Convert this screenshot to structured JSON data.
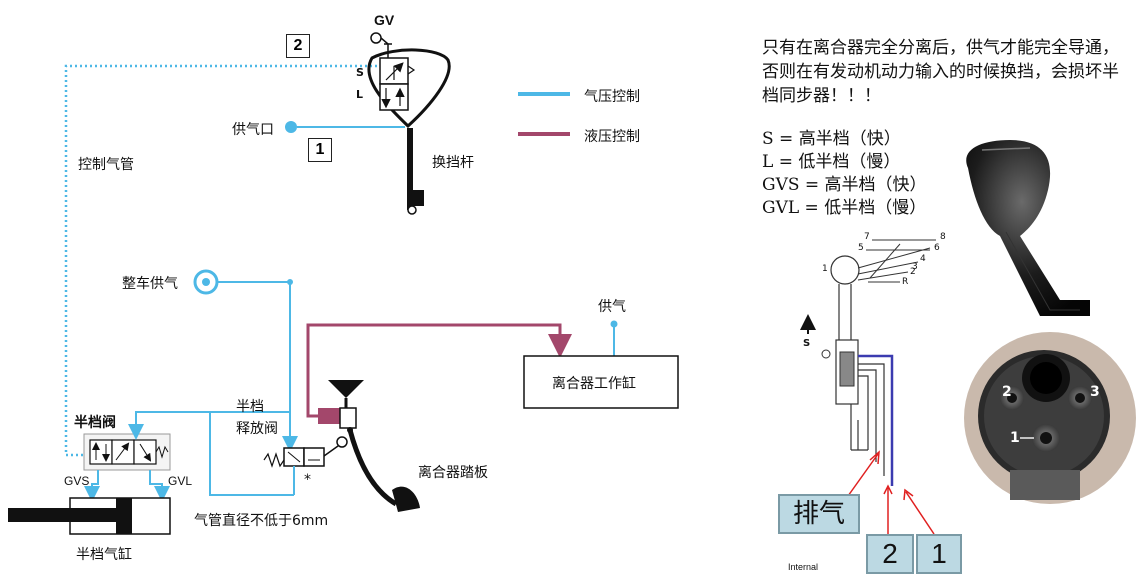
{
  "header": {
    "gv_label": "GV"
  },
  "legend": {
    "items": [
      {
        "label": "气压控制",
        "color": "#4db8e6"
      },
      {
        "label": "液压控制",
        "color": "#a3476b"
      }
    ]
  },
  "labels": {
    "box2": "2",
    "box1": "1",
    "s_mark": "S",
    "l_mark": "L",
    "air_inlet": "供气口",
    "shift_lever": "换挡杆",
    "control_pipe": "控制气管",
    "vehicle_air": "整车供气",
    "air_supply": "供气",
    "clutch_cylinder": "离合器工作缸",
    "half_valve": "半档阀",
    "release_valve_line1": "半档",
    "release_valve_line2": "释放阀",
    "gvs": "GVS",
    "gvl": "GVL",
    "star": "*",
    "clutch_pedal": "离合器踏板",
    "pipe_diameter": "气管直径不低于6mm",
    "half_cylinder": "半档气缸"
  },
  "note": {
    "text": "只有在离合器完全分离后，供气才能完全导通，否则在有发动机动力输入的时候换挡，会损坏半档同步器！！！"
  },
  "definitions": [
    "S = 高半档（快）",
    "L = 低半档（慢）",
    "GVS = 高半档（快）",
    "GVL = 低半档（慢）"
  ],
  "gate_diagram": {
    "numbers": [
      "7",
      "8",
      "5",
      "6",
      "4",
      "1",
      "3",
      "2",
      "R"
    ],
    "s_label": "S"
  },
  "knob_photo": {
    "port_labels": [
      "2",
      "3",
      "1"
    ]
  },
  "tags": {
    "exhaust": "排气",
    "port2": "2",
    "port1": "1",
    "internal": "Internal"
  },
  "colors": {
    "air": "#4db8e6",
    "hydraulic": "#a3476b",
    "outline": "#111111",
    "tag_bg": "#bcd9e3"
  }
}
